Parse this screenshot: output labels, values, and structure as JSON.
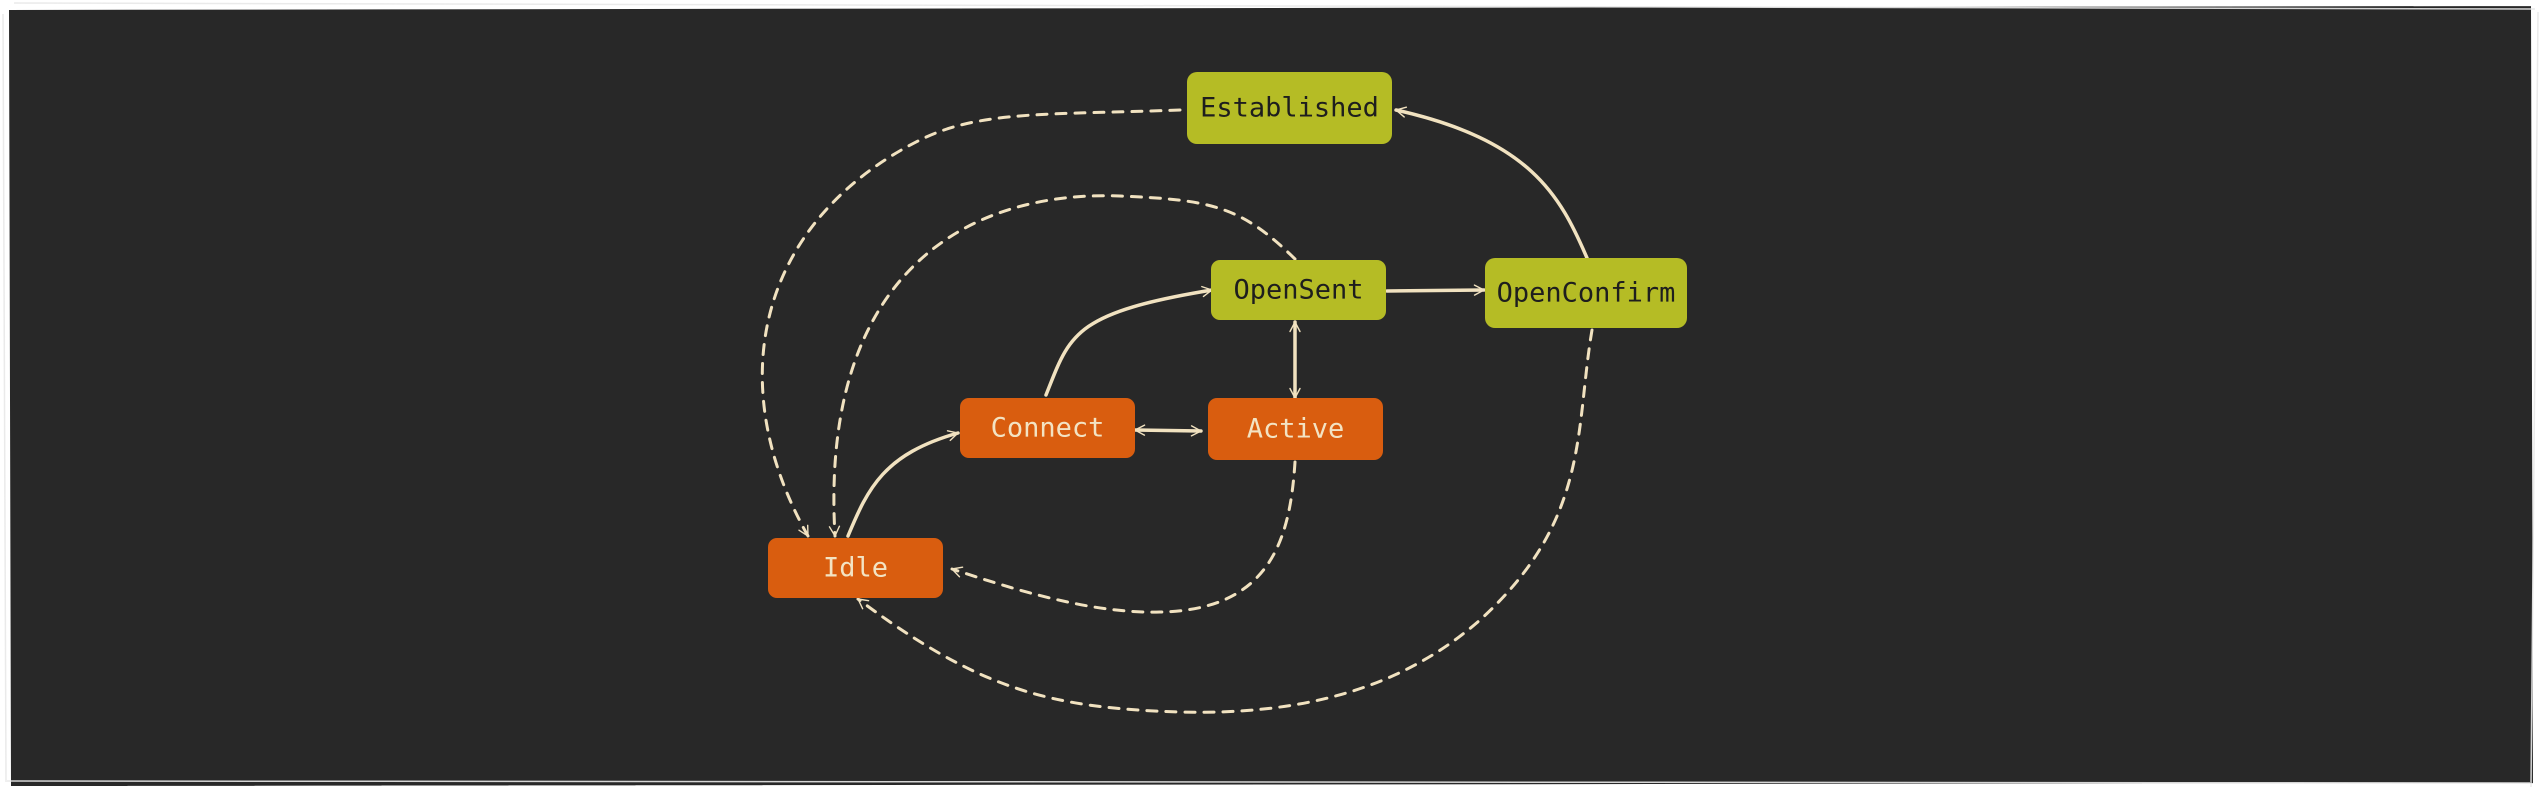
{
  "diagram": {
    "nodes": {
      "established": {
        "label": "Established"
      },
      "opensent": {
        "label": "OpenSent"
      },
      "openconfirm": {
        "label": "OpenConfirm"
      },
      "connect": {
        "label": "Connect"
      },
      "active": {
        "label": "Active"
      },
      "idle": {
        "label": "Idle"
      }
    },
    "colors": {
      "background": "#282828",
      "green_node": "#b5bc25",
      "green_text": "#1e1e1e",
      "orange_node": "#d95d0f",
      "orange_text": "#f3e3c3",
      "edge": "#f1e2c0"
    },
    "edges": [
      {
        "from": "Idle",
        "to": "Connect",
        "style": "solid"
      },
      {
        "from": "Connect",
        "to": "OpenSent",
        "style": "solid"
      },
      {
        "from": "Connect",
        "to": "Active",
        "style": "solid",
        "bidirectional": true
      },
      {
        "from": "Active",
        "to": "OpenSent",
        "style": "solid",
        "bidirectional": true
      },
      {
        "from": "OpenSent",
        "to": "OpenConfirm",
        "style": "solid"
      },
      {
        "from": "OpenConfirm",
        "to": "Established",
        "style": "solid"
      },
      {
        "from": "Established",
        "to": "Idle",
        "style": "dashed"
      },
      {
        "from": "OpenSent",
        "to": "Idle",
        "style": "dashed"
      },
      {
        "from": "Active",
        "to": "Idle",
        "style": "dashed"
      },
      {
        "from": "OpenConfirm",
        "to": "Idle",
        "style": "dashed"
      }
    ]
  }
}
